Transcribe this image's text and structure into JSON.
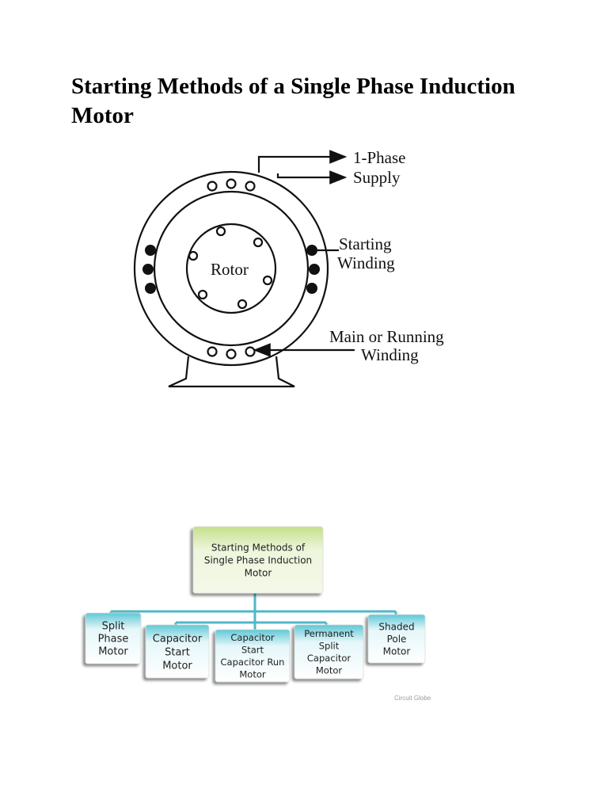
{
  "page": {
    "title": "Starting Methods of a Single Phase Induction Motor"
  },
  "motor_diagram": {
    "labels": {
      "supply_line1": "1-Phase",
      "supply_line2": "Supply",
      "starting_line1": "Starting",
      "starting_line2": "Winding",
      "rotor": "Rotor",
      "main_line1": "Main or Running",
      "main_line2": "Winding"
    }
  },
  "classification_chart": {
    "root": {
      "lines": [
        "Starting Methods of",
        "Single Phase Induction",
        "Motor"
      ]
    },
    "children": [
      {
        "lines": [
          "Split",
          "Phase",
          "Motor"
        ]
      },
      {
        "lines": [
          "Capacitor",
          "Start",
          "Motor"
        ]
      },
      {
        "lines": [
          "Capacitor",
          "Start",
          "Capacitor Run",
          "Motor"
        ]
      },
      {
        "lines": [
          "Permanent",
          "Split",
          "Capacitor",
          "Motor"
        ]
      },
      {
        "lines": [
          "Shaded",
          "Pole",
          "Motor"
        ]
      }
    ],
    "watermark": "Circuit Globe",
    "colors": {
      "root_top": "#c5e08b",
      "root_bottom": "#f4f8ea",
      "child_top": "#5fc8d6",
      "child_bottom": "#ffffff",
      "connector": "#4fb8c8"
    }
  }
}
